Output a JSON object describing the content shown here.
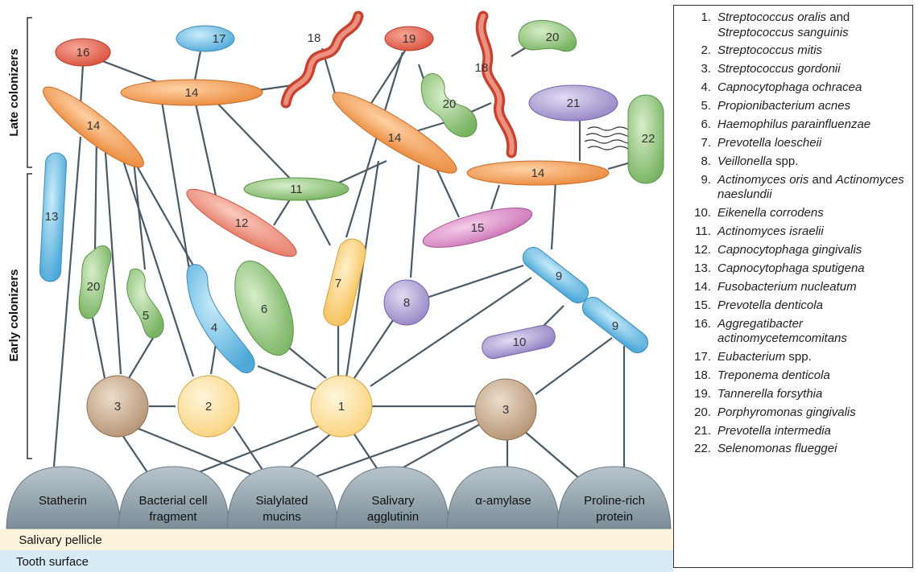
{
  "side_labels": {
    "late": "Late colonizers",
    "early": "Early colonizers"
  },
  "substrates": [
    {
      "line1": "Statherin",
      "line2": ""
    },
    {
      "line1": "Bacterial cell",
      "line2": "fragment"
    },
    {
      "line1": "Sialylated",
      "line2": "mucins"
    },
    {
      "line1": "Salivary",
      "line2": "agglutinin"
    },
    {
      "line1": "α-amylase",
      "line2": ""
    },
    {
      "line1": "Proline-rich",
      "line2": "protein"
    }
  ],
  "layers": {
    "pellicle": "Salivary pellicle",
    "tooth": "Tooth surface"
  },
  "cells": {
    "c16": "16",
    "c17": "17",
    "c18a": "18",
    "c19": "19",
    "c18b": "18",
    "c20a": "20",
    "c14a": "14",
    "c14b": "14",
    "c20b": "20",
    "c14c": "14",
    "c21": "21",
    "c22": "22",
    "c14d": "14",
    "c13": "13",
    "c11": "11",
    "c12": "12",
    "c15": "15",
    "c20c": "20",
    "c5": "5",
    "c4": "4",
    "c6": "6",
    "c7": "7",
    "c8": "8",
    "c9a": "9",
    "c9b": "9",
    "c10": "10",
    "c3a": "3",
    "c2": "2",
    "c1": "1",
    "c3b": "3"
  },
  "legend": [
    {
      "num": "1.",
      "parts": [
        {
          "t": "Streptococcus oralis",
          "i": true
        },
        {
          "t": " and ",
          "i": false
        },
        {
          "t": "Streptococcus sanguinis",
          "i": true
        }
      ]
    },
    {
      "num": "2.",
      "parts": [
        {
          "t": "Streptococcus mitis",
          "i": true
        }
      ]
    },
    {
      "num": "3.",
      "parts": [
        {
          "t": "Streptococcus gordonii",
          "i": true
        }
      ]
    },
    {
      "num": "4.",
      "parts": [
        {
          "t": "Capnocytophaga ochracea",
          "i": true
        }
      ]
    },
    {
      "num": "5.",
      "parts": [
        {
          "t": "Propionibacterium acnes",
          "i": true
        }
      ]
    },
    {
      "num": "6.",
      "parts": [
        {
          "t": "Haemophilus parainfluenzae",
          "i": true
        }
      ]
    },
    {
      "num": "7.",
      "parts": [
        {
          "t": "Prevotella loescheii",
          "i": true
        }
      ]
    },
    {
      "num": "8.",
      "parts": [
        {
          "t": "Veillonella",
          "i": true
        },
        {
          "t": " spp.",
          "i": false
        }
      ]
    },
    {
      "num": "9.",
      "parts": [
        {
          "t": "Actinomyces oris",
          "i": true
        },
        {
          "t": " and ",
          "i": false
        },
        {
          "t": "Actinomyces naeslundii",
          "i": true
        }
      ]
    },
    {
      "num": "10.",
      "parts": [
        {
          "t": "Eikenella corrodens",
          "i": true
        }
      ]
    },
    {
      "num": "11.",
      "parts": [
        {
          "t": "Actinomyces israelii",
          "i": true
        }
      ]
    },
    {
      "num": "12.",
      "parts": [
        {
          "t": "Capnocytophaga gingivalis",
          "i": true
        }
      ]
    },
    {
      "num": "13.",
      "parts": [
        {
          "t": "Capnocytophaga sputigena",
          "i": true
        }
      ]
    },
    {
      "num": "14.",
      "parts": [
        {
          "t": "Fusobacterium nucleatum",
          "i": true
        }
      ]
    },
    {
      "num": "15.",
      "parts": [
        {
          "t": "Prevotella denticola",
          "i": true
        }
      ]
    },
    {
      "num": "16.",
      "parts": [
        {
          "t": "Aggregatibacter actinomycetemcomitans",
          "i": true
        }
      ]
    },
    {
      "num": "17.",
      "parts": [
        {
          "t": "Eubacterium",
          "i": true
        },
        {
          "t": " spp.",
          "i": false
        }
      ]
    },
    {
      "num": "18.",
      "parts": [
        {
          "t": "Treponema denticola",
          "i": true
        }
      ]
    },
    {
      "num": "19.",
      "parts": [
        {
          "t": "Tannerella forsythia",
          "i": true
        }
      ]
    },
    {
      "num": "20.",
      "parts": [
        {
          "t": "Porphyromonas gingivalis",
          "i": true
        }
      ]
    },
    {
      "num": "21.",
      "parts": [
        {
          "t": "Prevotella intermedia",
          "i": true
        }
      ]
    },
    {
      "num": "22.",
      "parts": [
        {
          "t": "Selenomonas flueggei",
          "i": true
        }
      ]
    }
  ],
  "colors": {
    "orange": "#f0954a",
    "red": "#e0604a",
    "blue": "#6ab8e0",
    "green": "#8ec27a",
    "pink_red": "#eb8a78",
    "magenta": "#d98ac4",
    "yellow": "#ffd580",
    "purple": "#a99bd0",
    "tan": "#c7a98a",
    "dome": "#8fa0aa",
    "pellicle": "#fbf3dc",
    "tooth": "#d6ebf5"
  }
}
